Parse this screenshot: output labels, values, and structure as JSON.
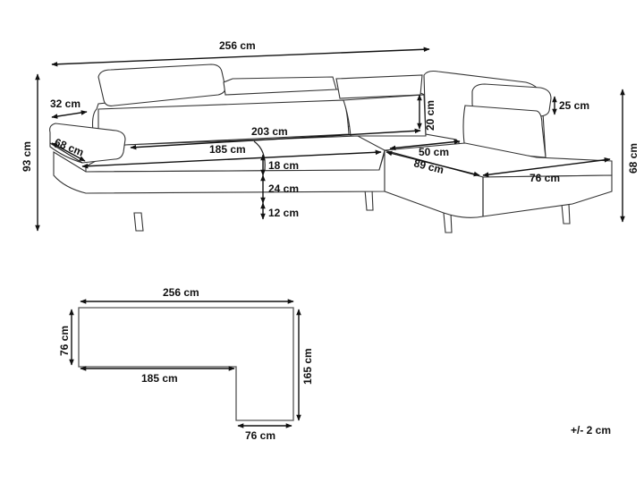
{
  "dimensions": {
    "total_width": "256 cm",
    "armrest_width": "32 cm",
    "armrest_depth": "68 cm",
    "back_inner_width": "203 cm",
    "seat_width": "185 cm",
    "backrest_height": "20 cm",
    "headrest_height": "25 cm",
    "chaise_back_depth": "50 cm",
    "chaise_seat_depth": "89 cm",
    "chaise_width": "76 cm",
    "cushion_height": "18 cm",
    "base_height": "24 cm",
    "leg_height": "12 cm",
    "max_height": "93 cm",
    "chaise_height": "68 cm"
  },
  "plan": {
    "top_width": "256 cm",
    "depth": "76 cm",
    "inner_length": "185 cm",
    "chaise_length": "165 cm",
    "chaise_width": "76 cm"
  },
  "tolerance": "+/- 2 cm"
}
